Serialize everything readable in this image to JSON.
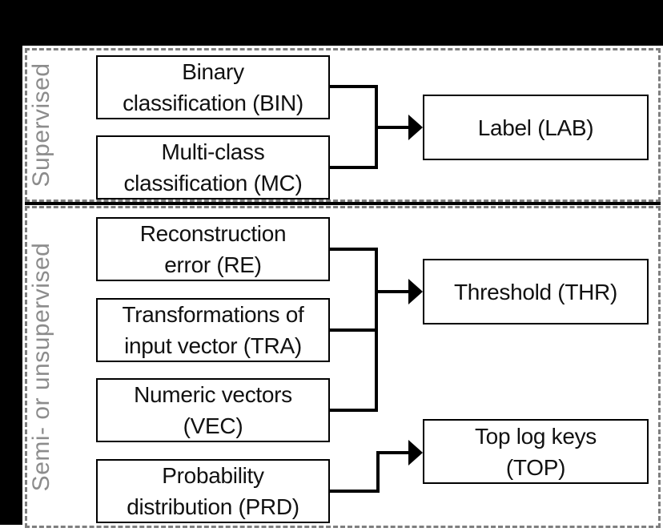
{
  "figure": {
    "type": "diagram",
    "description": "Taxonomy of anomaly detection model outputs, split into supervised and semi/unsupervised groups"
  },
  "colors": {
    "background": "#000000",
    "page": "#ffffff",
    "section_border": "#7f7f7f",
    "box_border": "#000000",
    "connector": "#000000",
    "section_label_text": "#8c8c8c",
    "box_text": "#111111"
  },
  "sections": [
    {
      "label": "Supervised",
      "boxes": [
        {
          "id": "BIN",
          "text": "Binary\nclassification (BIN)"
        },
        {
          "id": "MC",
          "text": "Multi-class\nclassification (MC)"
        },
        {
          "id": "LAB",
          "text": "Label (LAB)"
        }
      ]
    },
    {
      "label": "Semi- or unsupervised",
      "boxes": [
        {
          "id": "RE",
          "text": "Reconstruction\nerror (RE)"
        },
        {
          "id": "TRA",
          "text": "Transformations of\ninput vector (TRA)"
        },
        {
          "id": "VEC",
          "text": "Numeric vectors\n(VEC)"
        },
        {
          "id": "PRD",
          "text": "Probability\ndistribution (PRD)"
        },
        {
          "id": "THR",
          "text": "Threshold (THR)"
        },
        {
          "id": "TOP",
          "text": "Top log keys\n(TOP)"
        }
      ]
    }
  ],
  "relations": [
    {
      "from": [
        "BIN",
        "MC"
      ],
      "to": "LAB"
    },
    {
      "from": [
        "RE",
        "TRA",
        "VEC"
      ],
      "to": "THR"
    },
    {
      "from": [
        "PRD"
      ],
      "to": "TOP"
    }
  ]
}
